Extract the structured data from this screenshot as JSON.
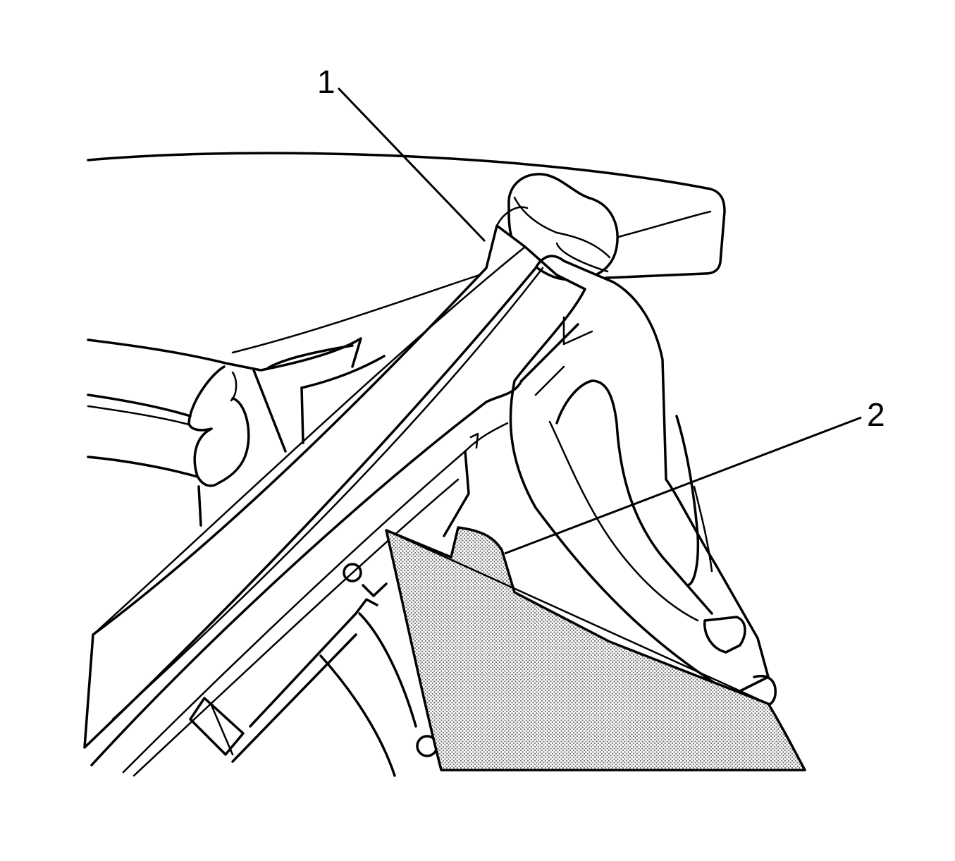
{
  "diagram": {
    "callouts": [
      {
        "id": "callout-1",
        "label": "1"
      },
      {
        "id": "callout-2",
        "label": "2"
      }
    ],
    "colors": {
      "line": "#000000",
      "background": "#ffffff",
      "shaded_area": "#9a9a9a"
    }
  }
}
